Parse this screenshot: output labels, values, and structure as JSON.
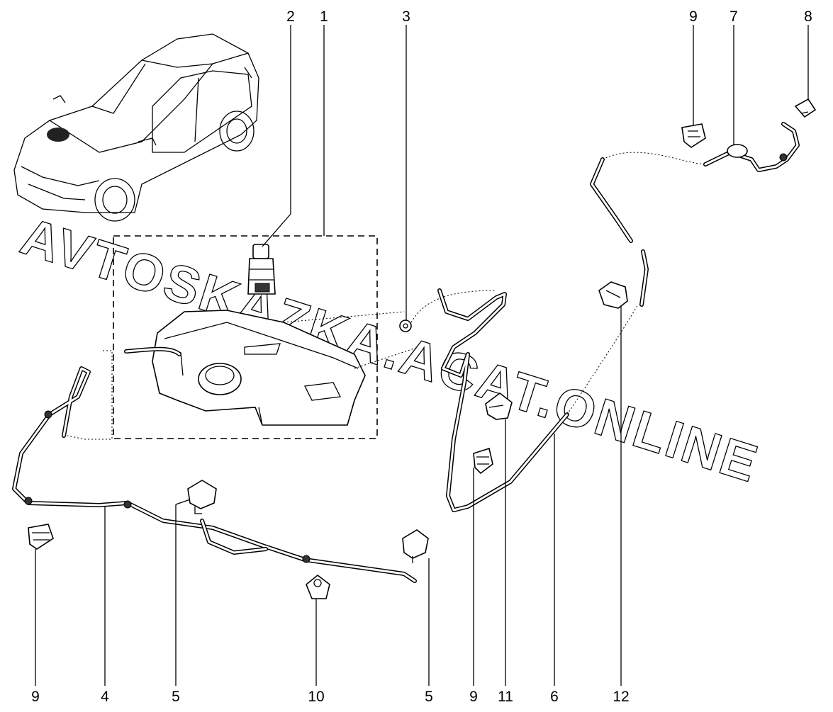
{
  "watermark": "AVTOSKAZKA.ACAT.ONLINE",
  "callouts": {
    "c1": "1",
    "c2": "2",
    "c3": "3",
    "c4": "4",
    "c5a": "5",
    "c5b": "5",
    "c6": "6",
    "c7": "7",
    "c8": "8",
    "c9a": "9",
    "c9b": "9",
    "c9c": "9",
    "c10": "10",
    "c11": "11",
    "c12": "12"
  }
}
